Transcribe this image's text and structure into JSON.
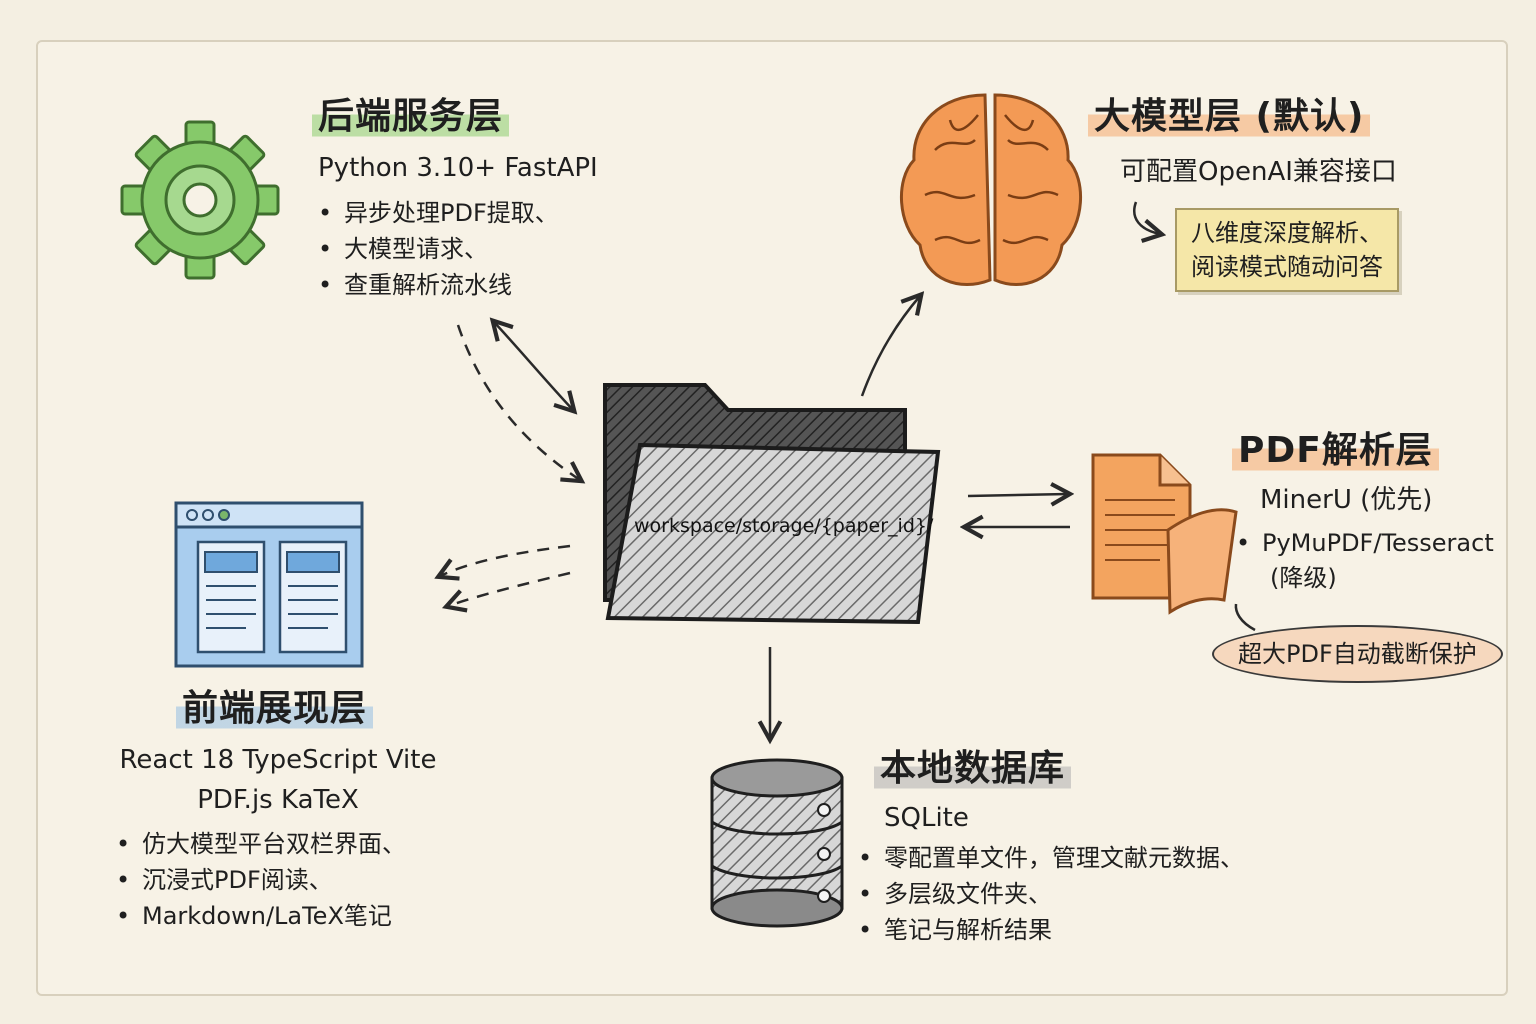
{
  "backend": {
    "title": "后端服务层",
    "subtitle": "Python 3.10+ FastAPI",
    "items": [
      "异步处理PDF提取、",
      "大模型请求、",
      "查重解析流水线"
    ]
  },
  "llm": {
    "title": "大模型层 (默认)",
    "subtitle": "可配置OpenAI兼容接口",
    "note_lines": [
      "八维度深度解析、",
      "阅读模式随动问答"
    ]
  },
  "pdf": {
    "title": "PDF解析层",
    "subtitle": "MinerU (优先)",
    "items": [
      "PyMuPDF/Tesseract"
    ],
    "item_cont": "(降级)",
    "bubble": "超大PDF自动截断保护"
  },
  "frontend": {
    "title": "前端展现层",
    "line1": "React 18 TypeScript Vite",
    "line2": "PDF.js KaTeX",
    "items": [
      "仿大模型平台双栏界面、",
      "沉浸式PDF阅读、",
      "Markdown/LaTeX笔记"
    ]
  },
  "database": {
    "title": "本地数据库",
    "subtitle": "SQLite",
    "items": [
      "零配置单文件，管理文献元数据、",
      "多层级文件夹、",
      "笔记与解析结果"
    ]
  },
  "storage": {
    "path": "workspace/storage/{paper_id}/"
  },
  "colors": {
    "gear": "#7cc35f",
    "brain": "#f08a3c",
    "pdf_doc": "#f3a45f",
    "window": "#6fa8dc",
    "folder": "#3c3c3c"
  }
}
